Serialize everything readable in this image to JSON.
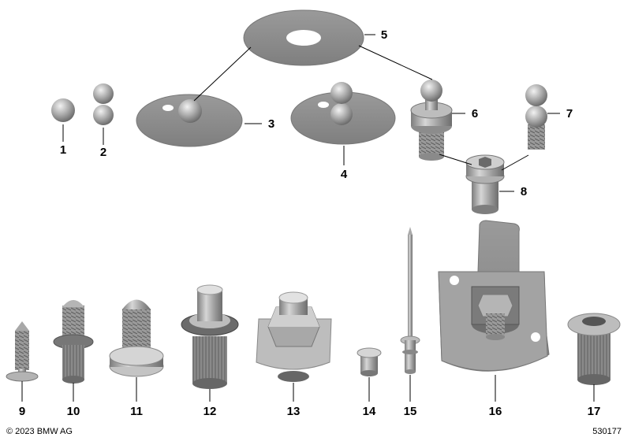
{
  "callouts": [
    "1",
    "2",
    "3",
    "4",
    "5",
    "6",
    "7",
    "8",
    "9",
    "10",
    "11",
    "12",
    "13",
    "14",
    "15",
    "16",
    "17"
  ],
  "footer": {
    "copyright": "© 2023 BMW AG",
    "doc_number": "530177"
  },
  "colors": {
    "metal_light": "#cfcfcf",
    "metal_mid": "#9c9c9c",
    "metal_dark": "#6e6e6e",
    "plate": "#8f8f8f",
    "line": "#000000"
  }
}
